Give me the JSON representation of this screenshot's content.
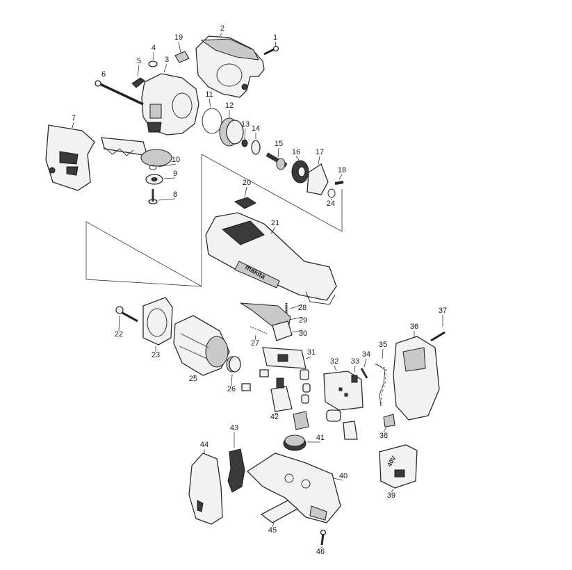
{
  "housing_brand": "makita",
  "terminal_text": "40V",
  "labels": [
    {
      "id": "1"
    },
    {
      "id": "2"
    },
    {
      "id": "19"
    },
    {
      "id": "4"
    },
    {
      "id": "3"
    },
    {
      "id": "5"
    },
    {
      "id": "6"
    },
    {
      "id": "11"
    },
    {
      "id": "12"
    },
    {
      "id": "13"
    },
    {
      "id": "14"
    },
    {
      "id": "15"
    },
    {
      "id": "16"
    },
    {
      "id": "17"
    },
    {
      "id": "18"
    },
    {
      "id": "7"
    },
    {
      "id": "10"
    },
    {
      "id": "9"
    },
    {
      "id": "8"
    },
    {
      "id": "20"
    },
    {
      "id": "24"
    },
    {
      "id": "21"
    },
    {
      "id": "28"
    },
    {
      "id": "29"
    },
    {
      "id": "30"
    },
    {
      "id": "37"
    },
    {
      "id": "36"
    },
    {
      "id": "22"
    },
    {
      "id": "23"
    },
    {
      "id": "27"
    },
    {
      "id": "25"
    },
    {
      "id": "31"
    },
    {
      "id": "35"
    },
    {
      "id": "34"
    },
    {
      "id": "33"
    },
    {
      "id": "32"
    },
    {
      "id": "26"
    },
    {
      "id": "42"
    },
    {
      "id": "38"
    },
    {
      "id": "43"
    },
    {
      "id": "41"
    },
    {
      "id": "44"
    },
    {
      "id": "40"
    },
    {
      "id": "39"
    },
    {
      "id": "45"
    },
    {
      "id": "46"
    }
  ]
}
